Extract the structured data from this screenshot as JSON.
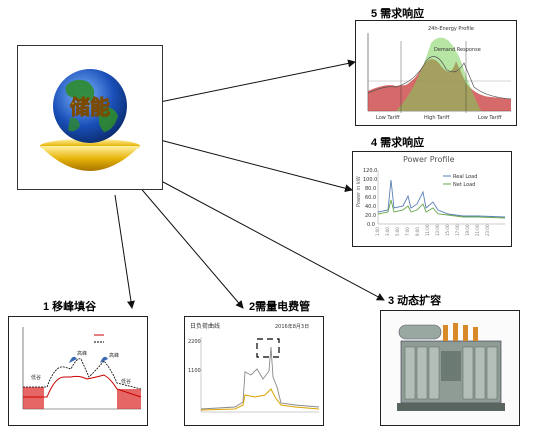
{
  "center": {
    "label": "储能"
  },
  "panels": {
    "p5": {
      "caption": "5 需求响应",
      "title": "24h-Energy Profile",
      "tags": [
        "Demand Response",
        "Low Tariff",
        "High Tariff",
        "Low Tariff"
      ]
    },
    "p4": {
      "caption": "4 需求响应",
      "title": "Power Profile",
      "ylabel": "Power in kW",
      "yticks": [
        "120.0",
        "100.0",
        "80.0",
        "60.0",
        "40.0",
        "20.0",
        "0.0"
      ],
      "legend": [
        "Real Load",
        "Net Load"
      ]
    },
    "p1": {
      "caption": "1 移峰填谷",
      "peak1": "高峰",
      "peak2": "高峰",
      "valley1": "低谷",
      "valley2": "低谷"
    },
    "p2": {
      "caption": "2需量电费管",
      "title": "日负荷曲线",
      "date": "2016年8月3日",
      "y1": "2200",
      "y2": "1100"
    },
    "p3": {
      "caption": "3 动态扩容"
    }
  },
  "colors": {
    "arrow": "#111111",
    "globe_ocean": "#1a4fb8",
    "globe_land": "#2e8b2e",
    "gold": "#e7b40a",
    "series_real": "#5a7fb5",
    "series_net": "#6aa84f"
  }
}
